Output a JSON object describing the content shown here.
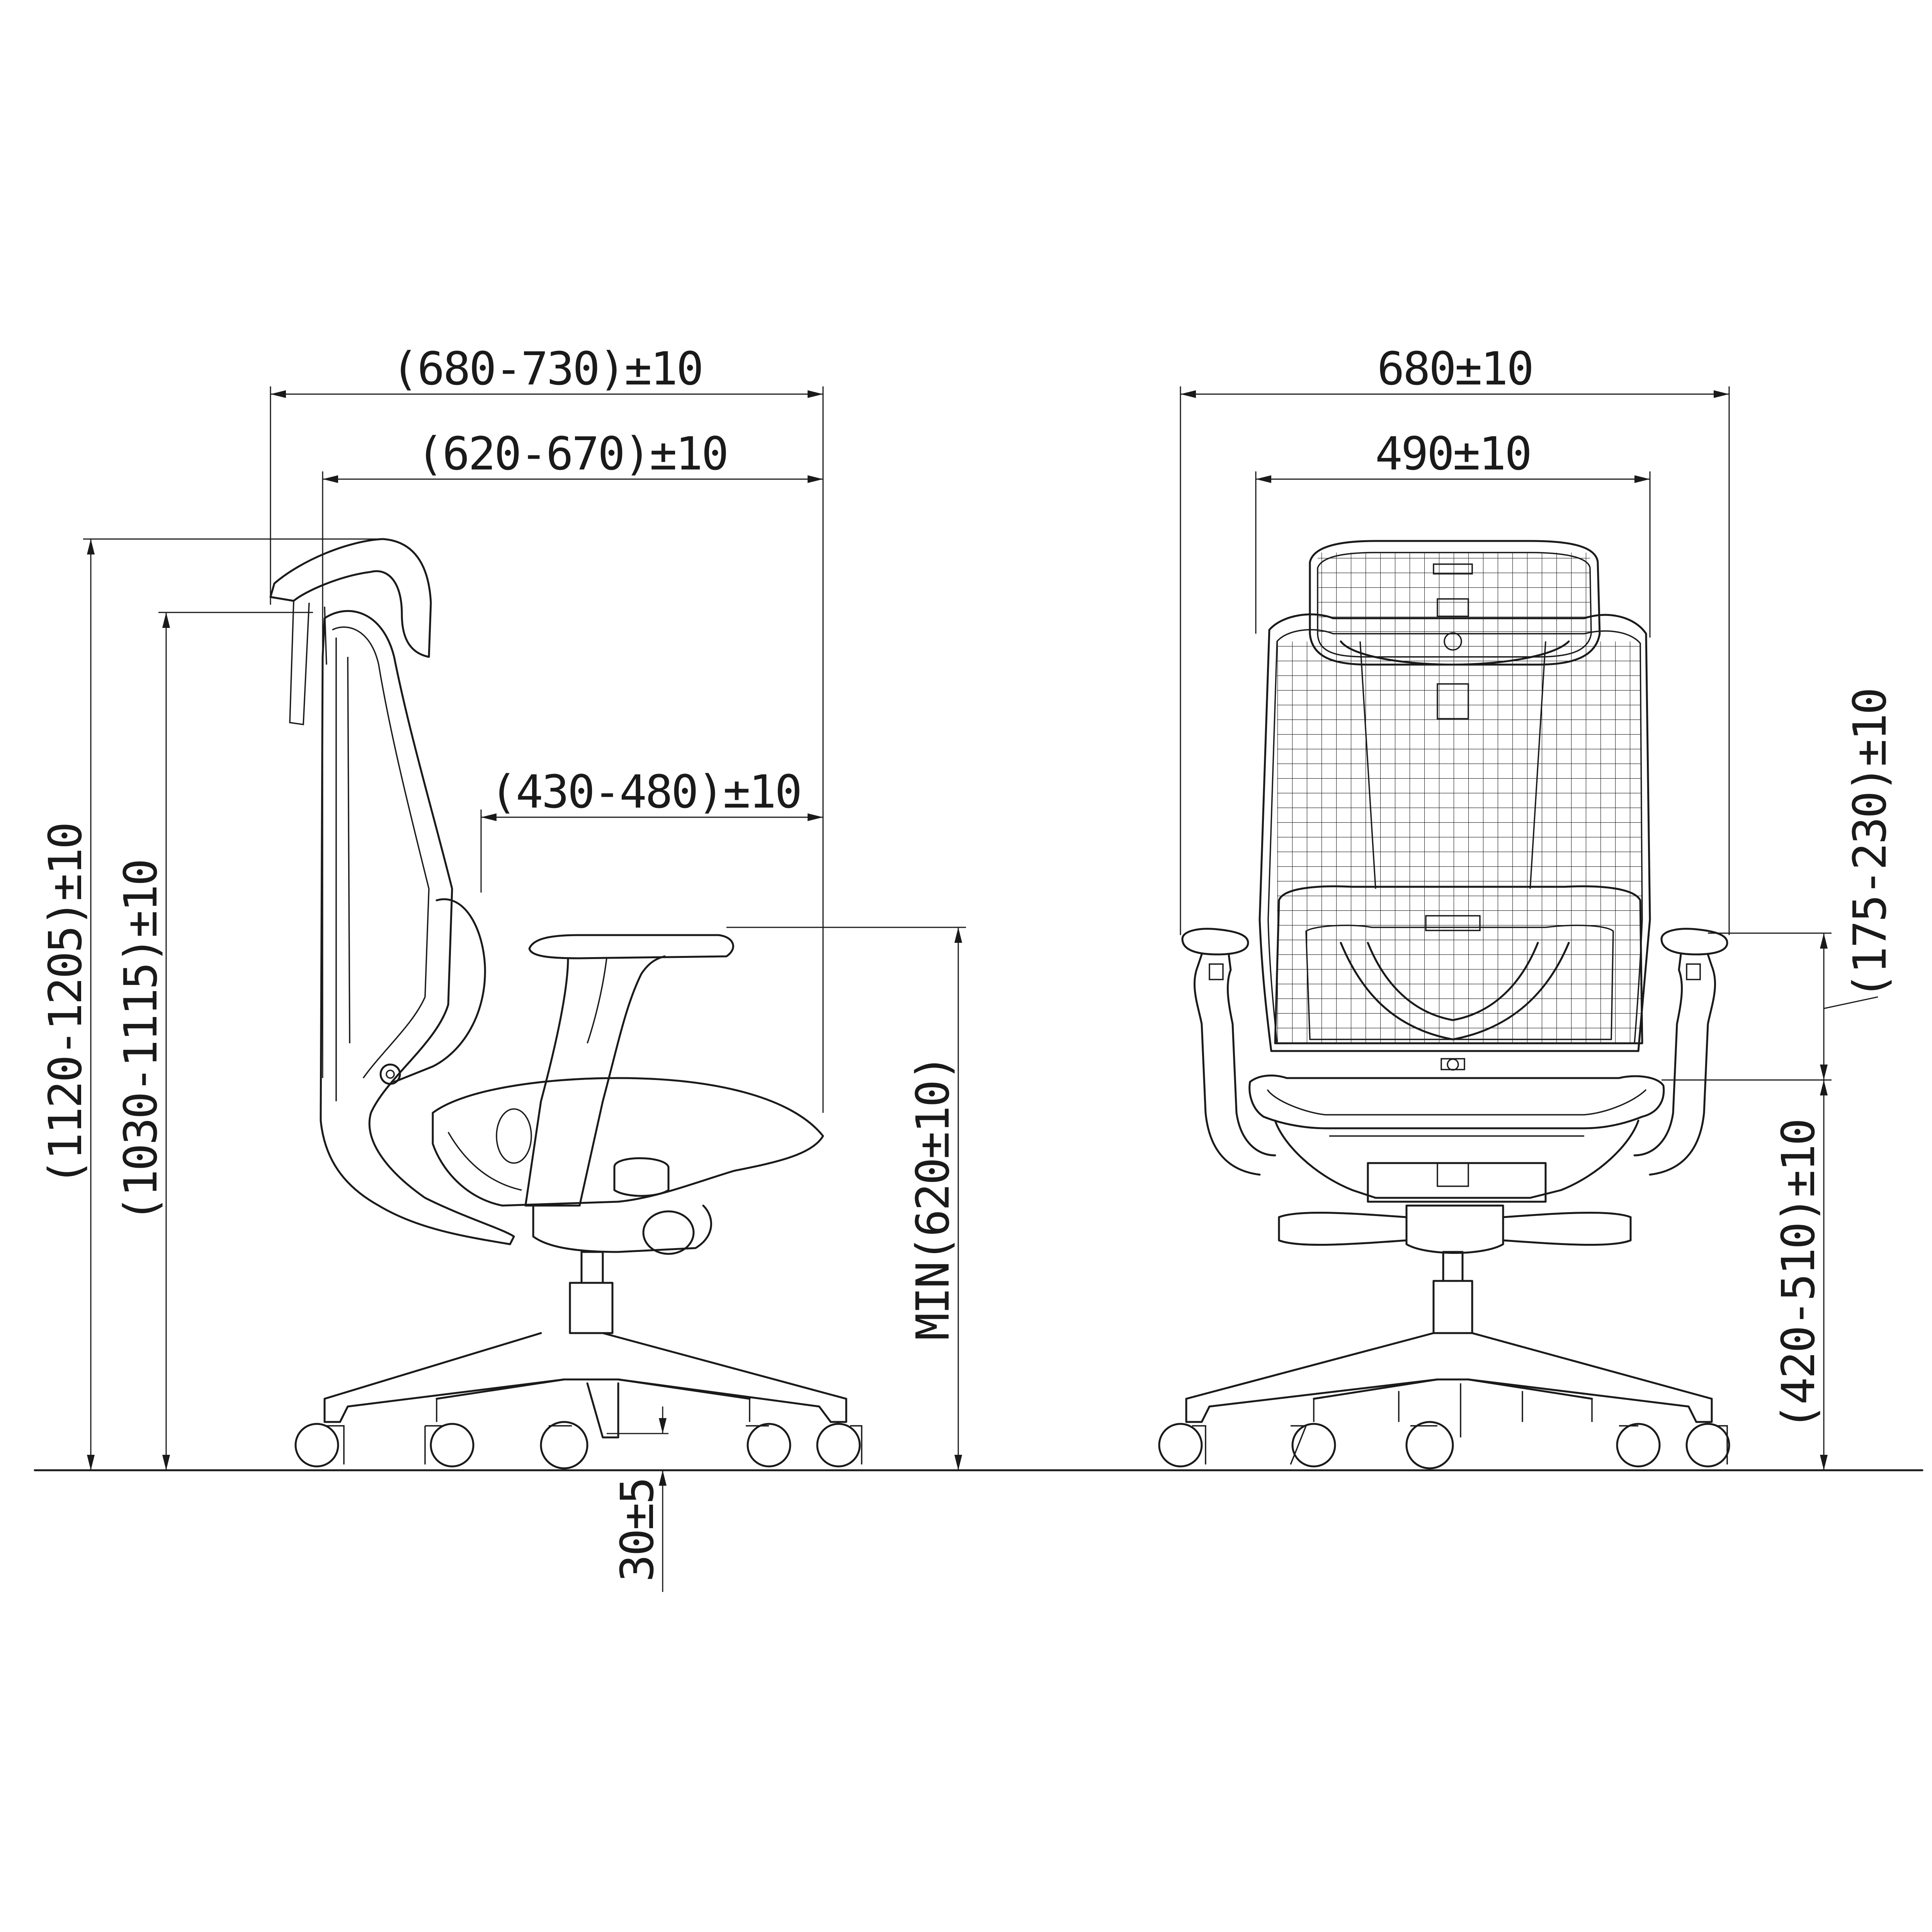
{
  "side_view": {
    "overall_depth": "(680-730)±10",
    "back_depth": "(620-670)±10",
    "seat_depth": "(430-480)±10",
    "overall_height": "(1120-1205)±10",
    "back_height": "(1030-1115)±10",
    "armrest_height": "MIN(620±10)",
    "base_clearance": "30±5"
  },
  "front_view": {
    "overall_width": "680±10",
    "back_width": "490±10",
    "armrest_height_range": "(175-230)±10",
    "seat_height_range": "(420-510)±10"
  }
}
